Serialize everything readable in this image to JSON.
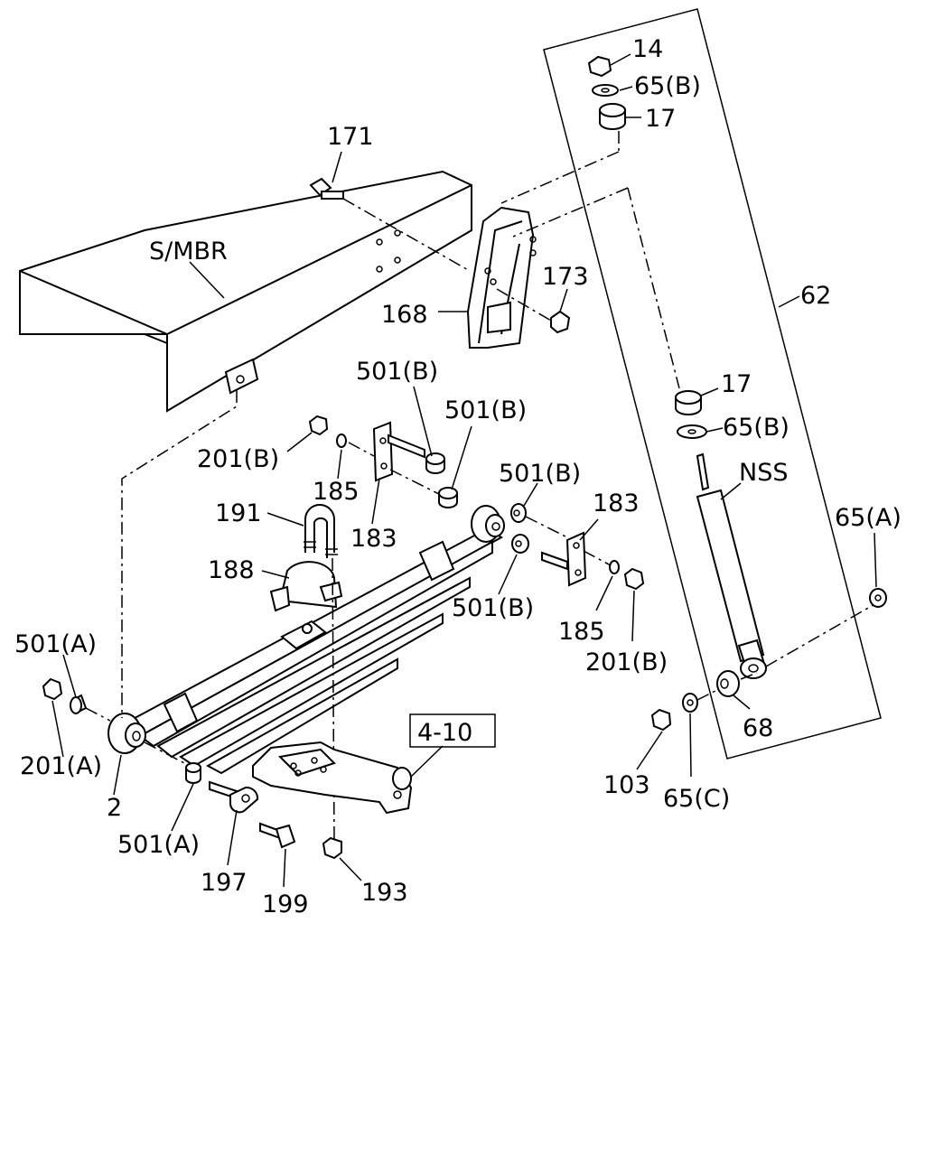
{
  "diagram": {
    "frame_label": "S/MBR",
    "parts": {
      "p14": "14",
      "p65b_top": "65(B)",
      "p17_top": "17",
      "p171": "171",
      "p173": "173",
      "p168": "168",
      "p62": "62",
      "p17_mid": "17",
      "p65b_mid": "65(B)",
      "pNSS": "NSS",
      "p65a_right": "65(A)",
      "p501b_a": "501(B)",
      "p501b_b": "501(B)",
      "p201b_left": "201(B)",
      "p185_left": "185",
      "p183_left": "183",
      "p191": "191",
      "p188": "188",
      "p501b_c": "501(B)",
      "p183_right": "183",
      "p501b_d": "501(B)",
      "p185_right": "185",
      "p201b_right": "201(B)",
      "p501a_top": "501(A)",
      "p201a": "201(A)",
      "p2": "2",
      "p501a_bottom": "501(A)",
      "p197": "197",
      "p199": "199",
      "p193": "193",
      "p410": "4-10",
      "p68": "68",
      "p103": "103",
      "p65c": "65(C)"
    }
  }
}
